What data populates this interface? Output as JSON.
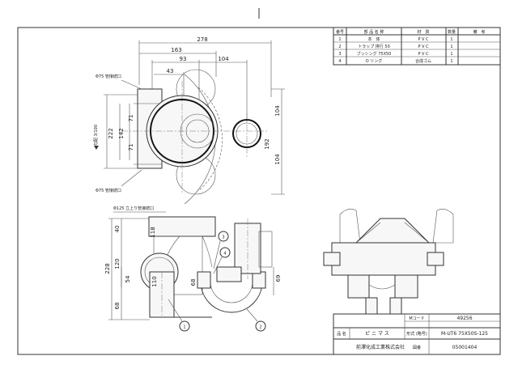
{
  "parts_table": {
    "headers": [
      "番号",
      "部 品 名 称",
      "材　質",
      "数量",
      "備　考"
    ],
    "rows": [
      {
        "no": "1",
        "name": "本　体",
        "material": "P V C",
        "qty": "1",
        "note": ""
      },
      {
        "no": "2",
        "name": "トラップ 排行 50",
        "material": "P V C",
        "qty": "1",
        "note": ""
      },
      {
        "no": "3",
        "name": "ブッシング 75X50",
        "material": "P V C",
        "qty": "1",
        "note": ""
      },
      {
        "no": "4",
        "name": "O リング",
        "material": "合成ゴム",
        "qty": "1",
        "note": ""
      }
    ]
  },
  "dimensions": {
    "d278": "278",
    "d163": "163",
    "d93": "93",
    "d104_top": "104",
    "d43": "43",
    "d222": "222",
    "d142": "142",
    "d71a": "71",
    "d71b": "71",
    "d104_r1": "104",
    "d104_r2": "104",
    "d192": "192",
    "d40": "40",
    "d118": "118",
    "d228": "228",
    "d120": "120",
    "d54": "54",
    "d68": "68",
    "d110": "110",
    "d68b": "68",
    "d69": "69"
  },
  "labels": {
    "pipe_top": "Φ75 管接続口",
    "pipe_bottom": "Φ75 管接続口",
    "slope": "勾配 3/100",
    "riser": "Φ125 立上り管接続口"
  },
  "callouts": [
    "1",
    "2",
    "3",
    "4"
  ],
  "title_block": {
    "mcode_label": "Mコード",
    "mcode_value": "49256",
    "name_label": "品 名",
    "name_value": "ピ ニ マ ス",
    "model_label": "形式 (略号)",
    "model_value": "M-UT6 75X50S-125",
    "company": "前澤化成工業株式会社",
    "drawing_label": "図番",
    "drawing_value": "05001404"
  }
}
